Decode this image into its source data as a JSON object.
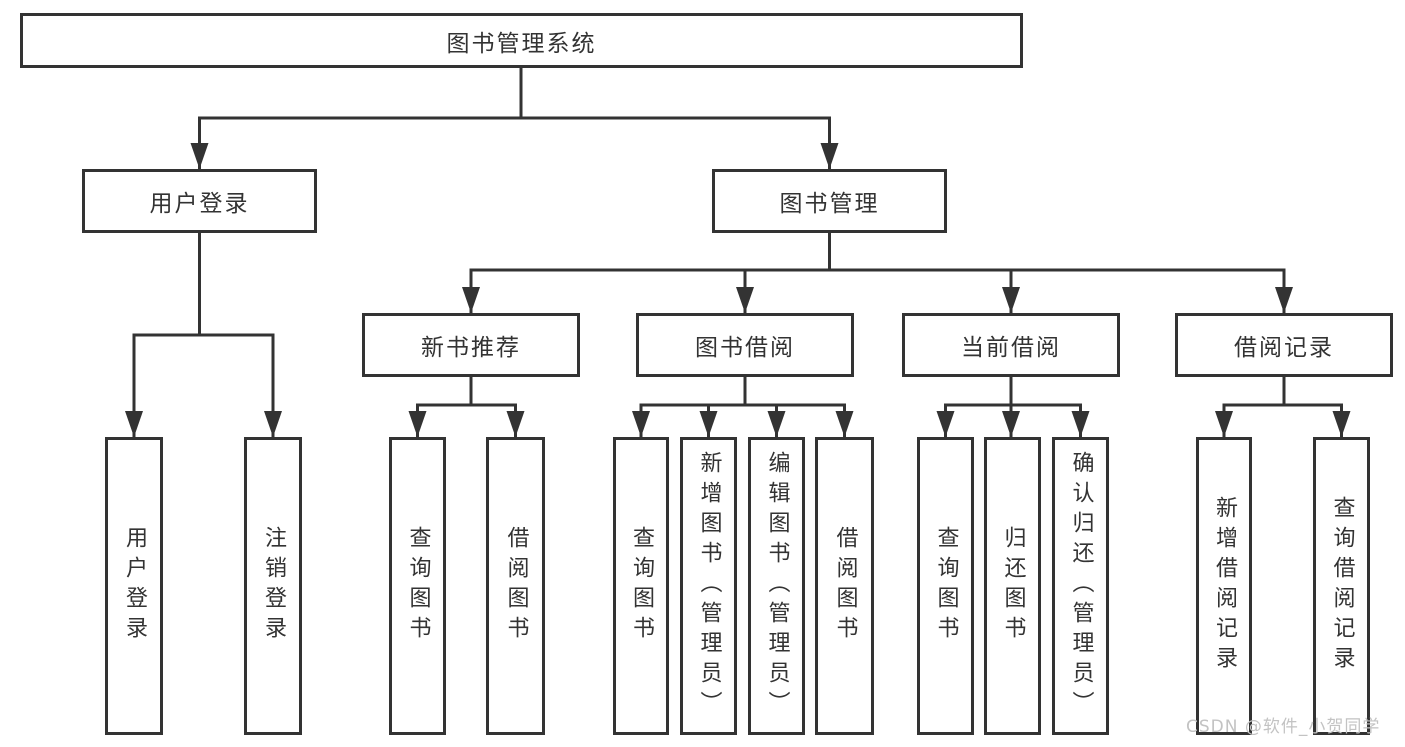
{
  "diagram": {
    "line_color": "#333333",
    "text_color": "#333333",
    "background": "#ffffff",
    "root": {
      "label": "图书管理系统"
    },
    "branches": [
      {
        "label": "用户登录",
        "children": [
          {
            "label": "用户登录"
          },
          {
            "label": "注销登录"
          }
        ]
      },
      {
        "label": "图书管理",
        "children": [
          {
            "label": "新书推荐",
            "children": [
              {
                "label": "查询图书"
              },
              {
                "label": "借阅图书"
              }
            ]
          },
          {
            "label": "图书借阅",
            "children": [
              {
                "label": "查询图书"
              },
              {
                "label": "新增图书（管理员）"
              },
              {
                "label": "编辑图书（管理员）"
              },
              {
                "label": "借阅图书"
              }
            ]
          },
          {
            "label": "当前借阅",
            "children": [
              {
                "label": "查询图书"
              },
              {
                "label": "归还图书"
              },
              {
                "label": "确认归还（管理员）"
              }
            ]
          },
          {
            "label": "借阅记录",
            "children": [
              {
                "label": "新增借阅记录"
              },
              {
                "label": "查询借阅记录"
              }
            ]
          }
        ]
      }
    ]
  },
  "watermark": {
    "text": "CSDN @软件_小贺同学",
    "color": "#c3c3c3"
  }
}
